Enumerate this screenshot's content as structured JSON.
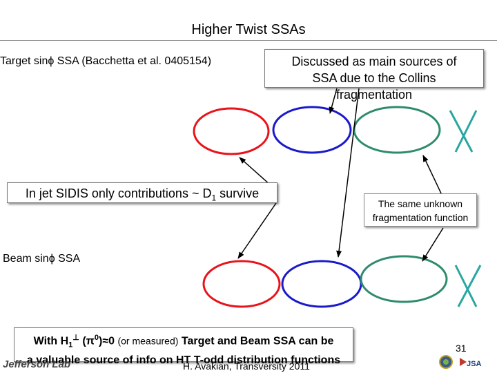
{
  "title": "Higher Twist SSAs",
  "target_label": "Target sinϕ SSA (Bacchetta et al. 0405154)",
  "beam_label": "Beam sinϕ SSA",
  "callout_collins": [
    "Discussed as main sources of",
    "SSA due to the Collins",
    "fragmentation"
  ],
  "callout_d1": {
    "prefix": "In jet SIDIS only contributions ~ D",
    "sub": "1",
    "suffix": " survive"
  },
  "callout_frag": [
    "The same unknown",
    "fragmentation function"
  ],
  "conclusion": {
    "line1_a": "With H",
    "line1_sub": "1",
    "line1_perp": "⊥",
    "line1_b": " (π",
    "line1_sup": "0",
    "line1_c": ")≈0 ",
    "line1_norm": "(or measured)",
    "line1_d": " Target and Beam SSA can be",
    "line2": "a valuable source of info on HT T-odd distribution functions"
  },
  "footer_author": "H. Avakian, Transversity 2011",
  "logo_text": "Jefferson Lab",
  "page_number": "31",
  "colors": {
    "red": "#e8131b",
    "blue": "#1a1acb",
    "green": "#2e8b6e",
    "rule": "#8a8a8a"
  }
}
